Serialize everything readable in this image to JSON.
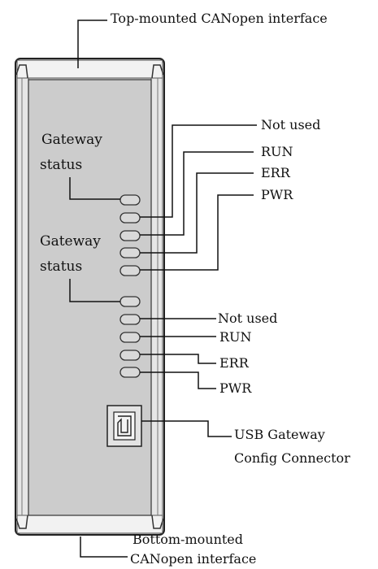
{
  "labels": {
    "top_interface": "Top-mounted CANopen interface",
    "gateway_status_1": [
      "Gateway",
      "status"
    ],
    "gateway_status_2": [
      "Gateway",
      "status"
    ],
    "upper_leds": [
      "Not used",
      "RUN",
      "ERR",
      "PWR"
    ],
    "lower_leds": [
      "Not used",
      "RUN",
      "ERR",
      "PWR"
    ],
    "usb": [
      "USB Gateway",
      "Config Connector"
    ],
    "bottom_interface": [
      "Bottom-mounted",
      "CANopen interface"
    ]
  },
  "colors": {
    "panel_fill": "#cccccc",
    "rail_fill": "#ebebeb",
    "outline": "#222222",
    "leader": "#111111"
  }
}
